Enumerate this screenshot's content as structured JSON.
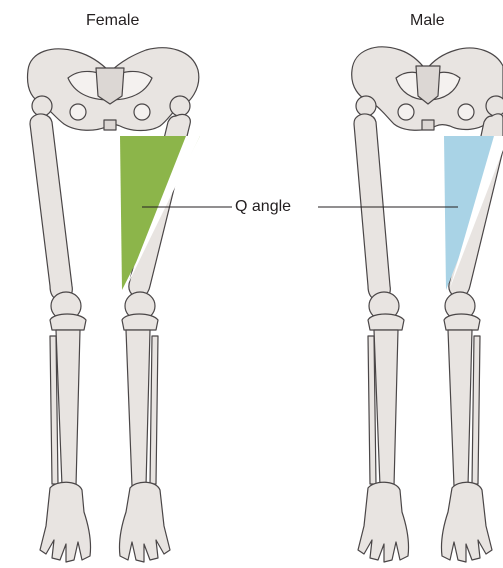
{
  "labels": {
    "female": "Female",
    "male": "Male",
    "q_angle": "Q angle"
  },
  "colors": {
    "bone_fill": "#e8e4e1",
    "bone_stroke": "#4a4647",
    "female_q_angle": "#8cb54a",
    "male_q_angle": "#a9d3e6"
  }
}
